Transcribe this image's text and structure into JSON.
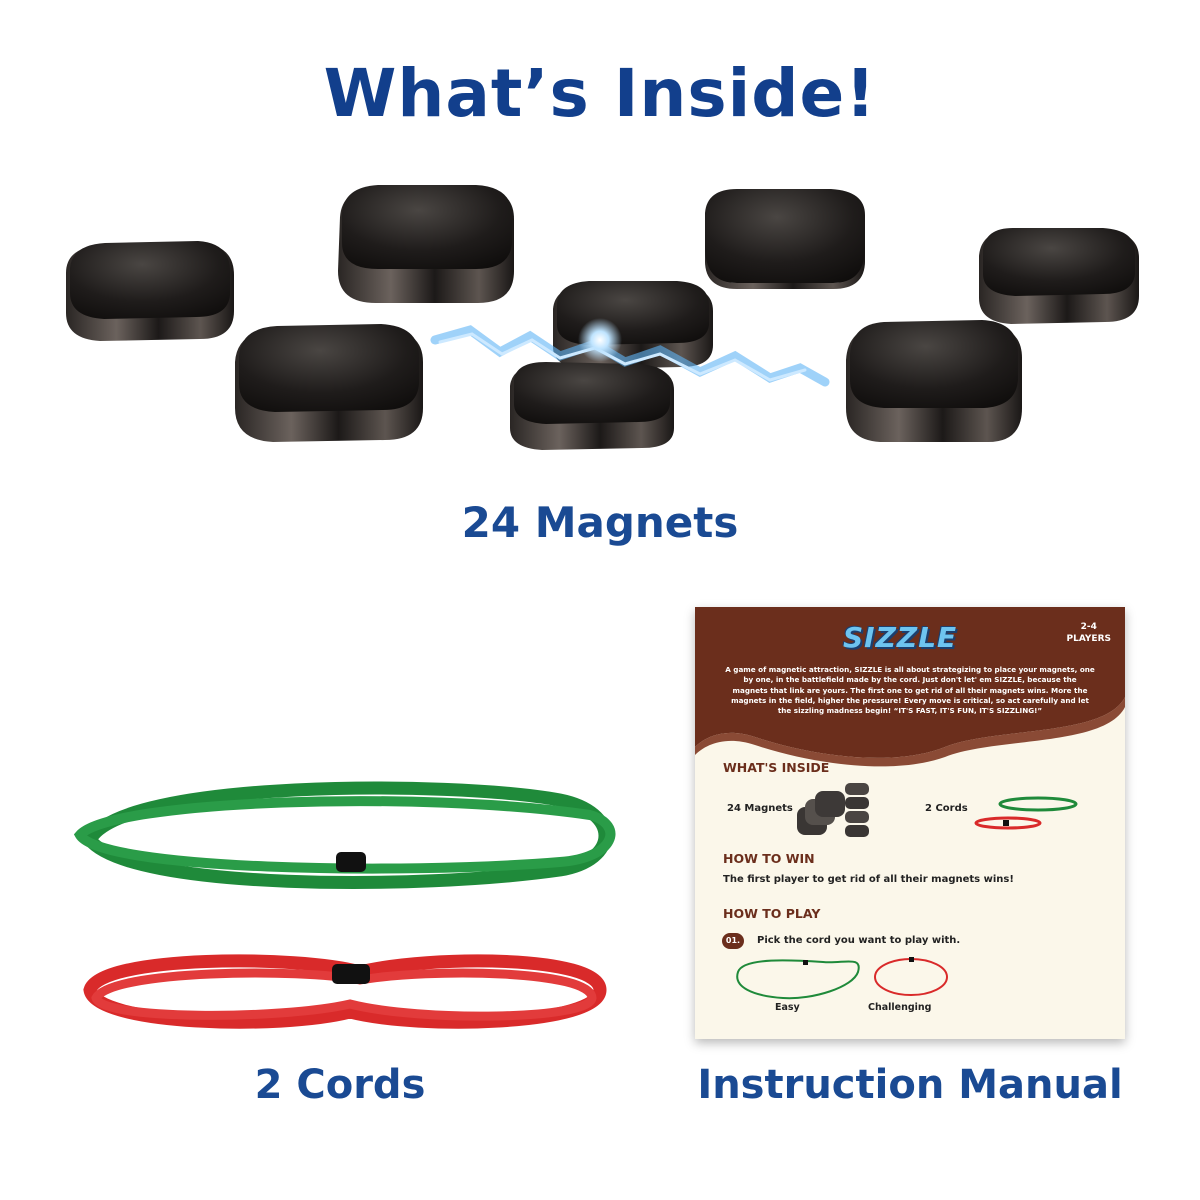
{
  "title": "What’s Inside!",
  "items": {
    "magnets_label": "24 Magnets",
    "cords_label": "2 Cords",
    "manual_label": "Instruction Manual"
  },
  "manual": {
    "logo": "SIZZLE",
    "players_line1": "2-4",
    "players_line2": "PLAYERS",
    "description": "A game of magnetic attraction, SIZZLE is all about strategizing to place your magnets, one by one, in the battlefield made by the cord. Just don't let' em SIZZLE, because the magnets that link are yours. The first one to get rid of all their magnets wins. More the magnets in the field, higher the pressure! Every move is critical, so act carefully and let the sizzling madness begin! “IT'S FAST, IT'S FUN, IT'S SIZZLING!”",
    "whats_inside_heading": "WHAT'S INSIDE",
    "magnets_item": "24 Magnets",
    "cords_item": "2 Cords",
    "how_to_win_heading": "HOW TO WIN",
    "how_to_win_text": "The first player to get rid of all their magnets wins!",
    "how_to_play_heading": "HOW TO PLAY",
    "step_number": "01.",
    "step_text": "Pick the cord you want to play with.",
    "easy_label": "Easy",
    "challenging_label": "Challenging"
  },
  "colors": {
    "heading_blue": "#123f8c",
    "manual_brown": "#6b2e1c",
    "cord_green": "#1f8a3a",
    "cord_red": "#d92a2a",
    "spark_blue": "#5fb4f5"
  }
}
